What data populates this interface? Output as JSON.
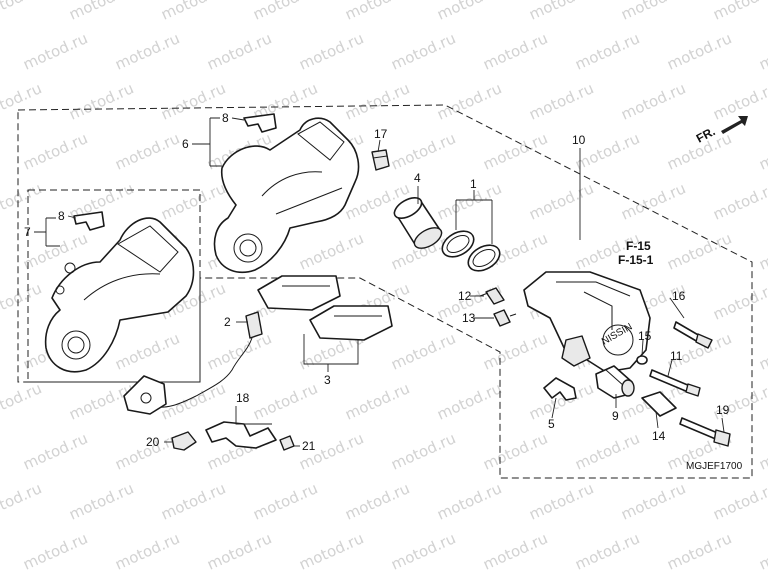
{
  "diagram": {
    "watermark": "motod.ru",
    "direction_label": "FR.",
    "drawing_code": "MGJEF1700",
    "ref_labels": [
      "F-15",
      "F-15-1"
    ],
    "callouts": {
      "c1": "1",
      "c2": "2",
      "c3": "3",
      "c4": "4",
      "c5": "5",
      "c6": "6",
      "c7": "7",
      "c8a": "8",
      "c8b": "8",
      "c9": "9",
      "c10": "10",
      "c11": "11",
      "c12": "12",
      "c13": "13",
      "c14": "14",
      "c15": "15",
      "c16": "16",
      "c17": "17",
      "c18": "18",
      "c19": "19",
      "c20": "20",
      "c21": "21"
    }
  }
}
